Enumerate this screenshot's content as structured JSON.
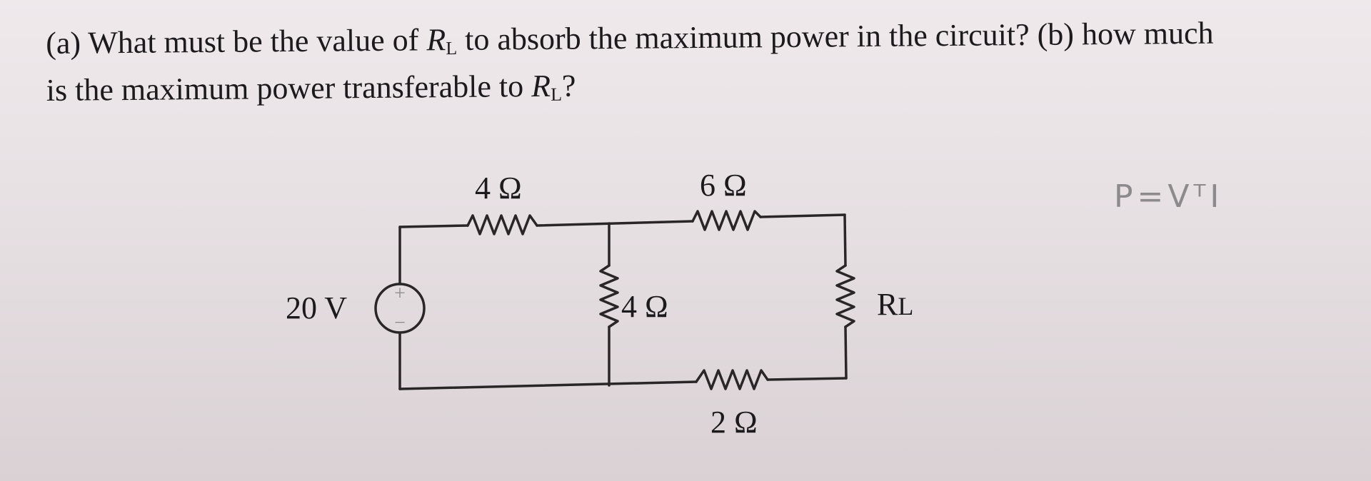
{
  "question": {
    "part_a_prefix": "(a) What must be the value of ",
    "rl_symbol": "R",
    "rl_subscript": "L",
    "part_a_suffix": " to absorb the maximum power in the circuit? (b) how much",
    "line2_prefix": "is the maximum power transferable to ",
    "line2_suffix": "?"
  },
  "circuit": {
    "source_label": "20 V",
    "source_plus": "+",
    "source_minus": "−",
    "r_top_left": "4 Ω",
    "r_top_right": "6 Ω",
    "r_middle": "4 Ω",
    "r_bottom": "2 Ω",
    "r_load": "R",
    "r_load_sub": "L"
  },
  "handwritten_note": "P=VᵀI"
}
